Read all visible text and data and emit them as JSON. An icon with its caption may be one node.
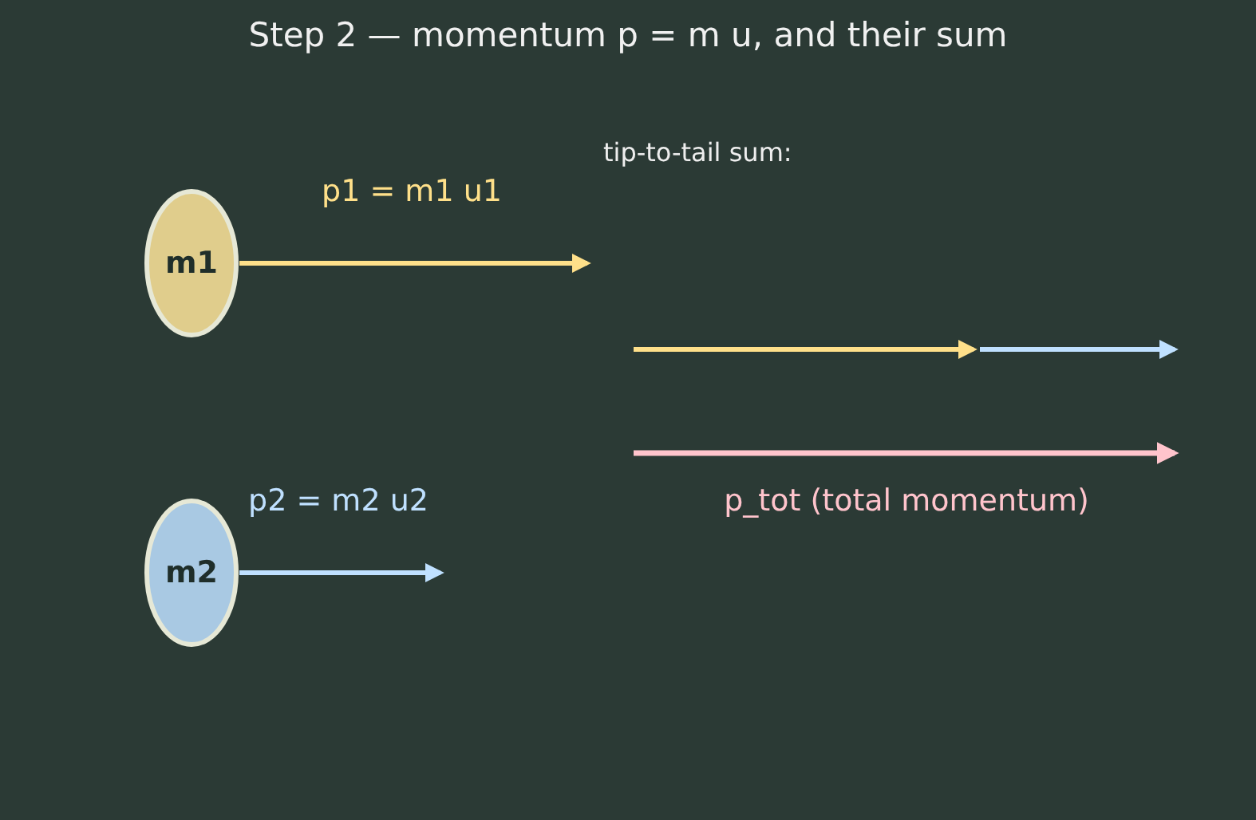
{
  "diagram": {
    "title": "Step 2 — momentum p = m u, and their sum",
    "nodes": [
      {
        "text": [
          "m1"
        ]
      },
      {
        "text": [
          "m2"
        ]
      }
    ],
    "edges": [
      {
        "from": 0,
        "to": null,
        "arrow": "to",
        "label": "p1 = m1 u1",
        "color": "#ffe08a"
      },
      {
        "from": 1,
        "to": null,
        "arrow": "to",
        "label": "p2 = m2 u2",
        "color": "#bfe0ff"
      }
    ],
    "labels": [
      "tip-to-tail sum:",
      "p_tot (total momentum)"
    ]
  }
}
